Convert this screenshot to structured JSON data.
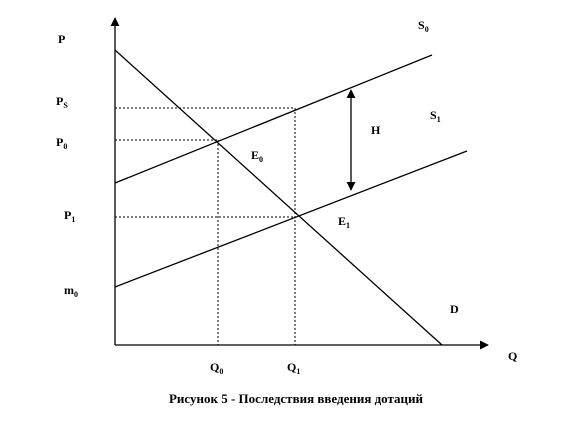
{
  "axes": {
    "y_label": "P",
    "x_label": "Q"
  },
  "price_labels": {
    "ps_main": "P",
    "ps_sub": "S",
    "p0_main": "P",
    "p0_sub": "0",
    "p1_main": "P",
    "p1_sub": "1",
    "m0_main": "m",
    "m0_sub": "0"
  },
  "quantity_labels": {
    "q0_main": "Q",
    "q0_sub": "0",
    "q1_main": "Q",
    "q1_sub": "1"
  },
  "curve_labels": {
    "s0_main": "S",
    "s0_sub": "0",
    "s1_main": "S",
    "s1_sub": "1",
    "d": "D",
    "e0_main": "E",
    "e0_sub": "0",
    "e1_main": "E",
    "e1_sub": "1",
    "h": "H"
  },
  "caption": "Рисунок 5 - Последствия введения дотаций"
}
